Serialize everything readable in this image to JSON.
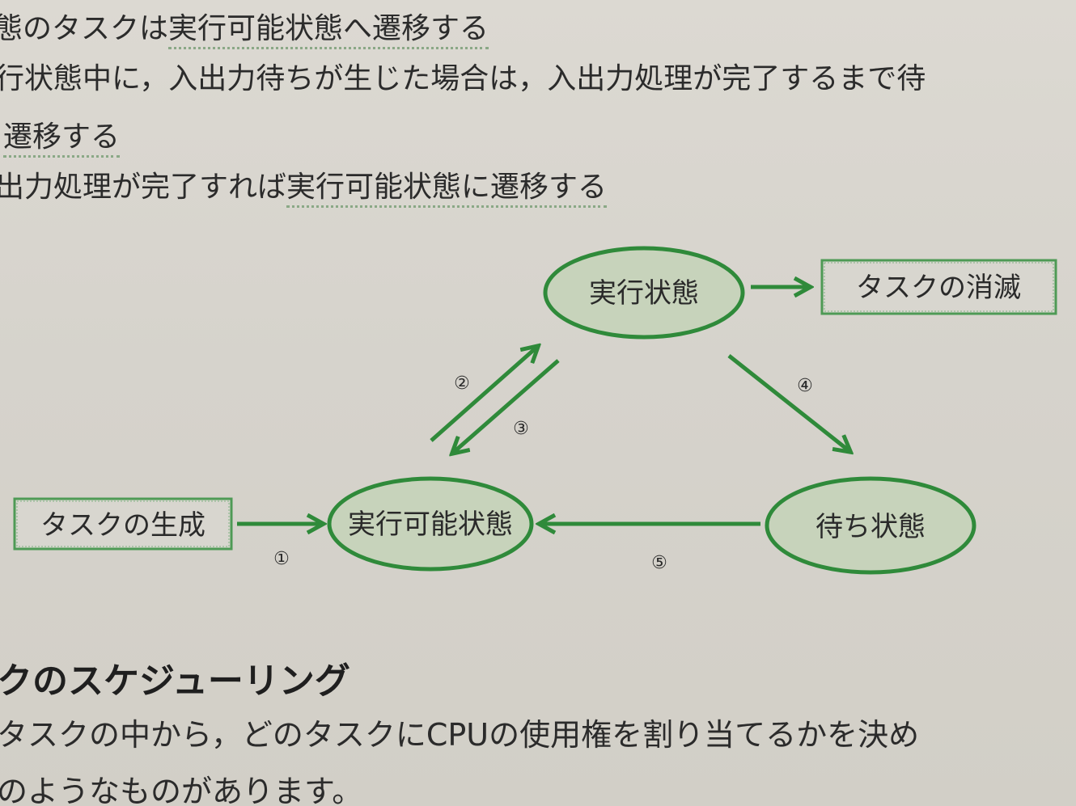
{
  "text_top": {
    "l1_a": "態のタスクは",
    "l1_b": "実行可能状態へ遷移する",
    "l2_a": "行状態中に，入出力待ちが生じた場合は，入出力処理が完了するまで待",
    "l3_b": "遷移する",
    "l4_a": "出力処理が完了すれば",
    "l4_b": "実行可能状態に遷移する"
  },
  "diagram": {
    "running": "実行状態",
    "ready": "実行可能状態",
    "waiting": "待ち状態",
    "create": "タスクの生成",
    "terminate": "タスクの消滅",
    "n1": "①",
    "n2": "②",
    "n3": "③",
    "n4": "④",
    "n5": "⑤"
  },
  "text_bottom": {
    "heading": "クのスケジューリング",
    "p1": "タスクの中から，どのタスクにCPUの使用権を割り当てるかを決め",
    "p2": "のようなものがあります。"
  },
  "colors": {
    "accent": "#2f8a3a",
    "node_fill": "#c7d3bb"
  }
}
